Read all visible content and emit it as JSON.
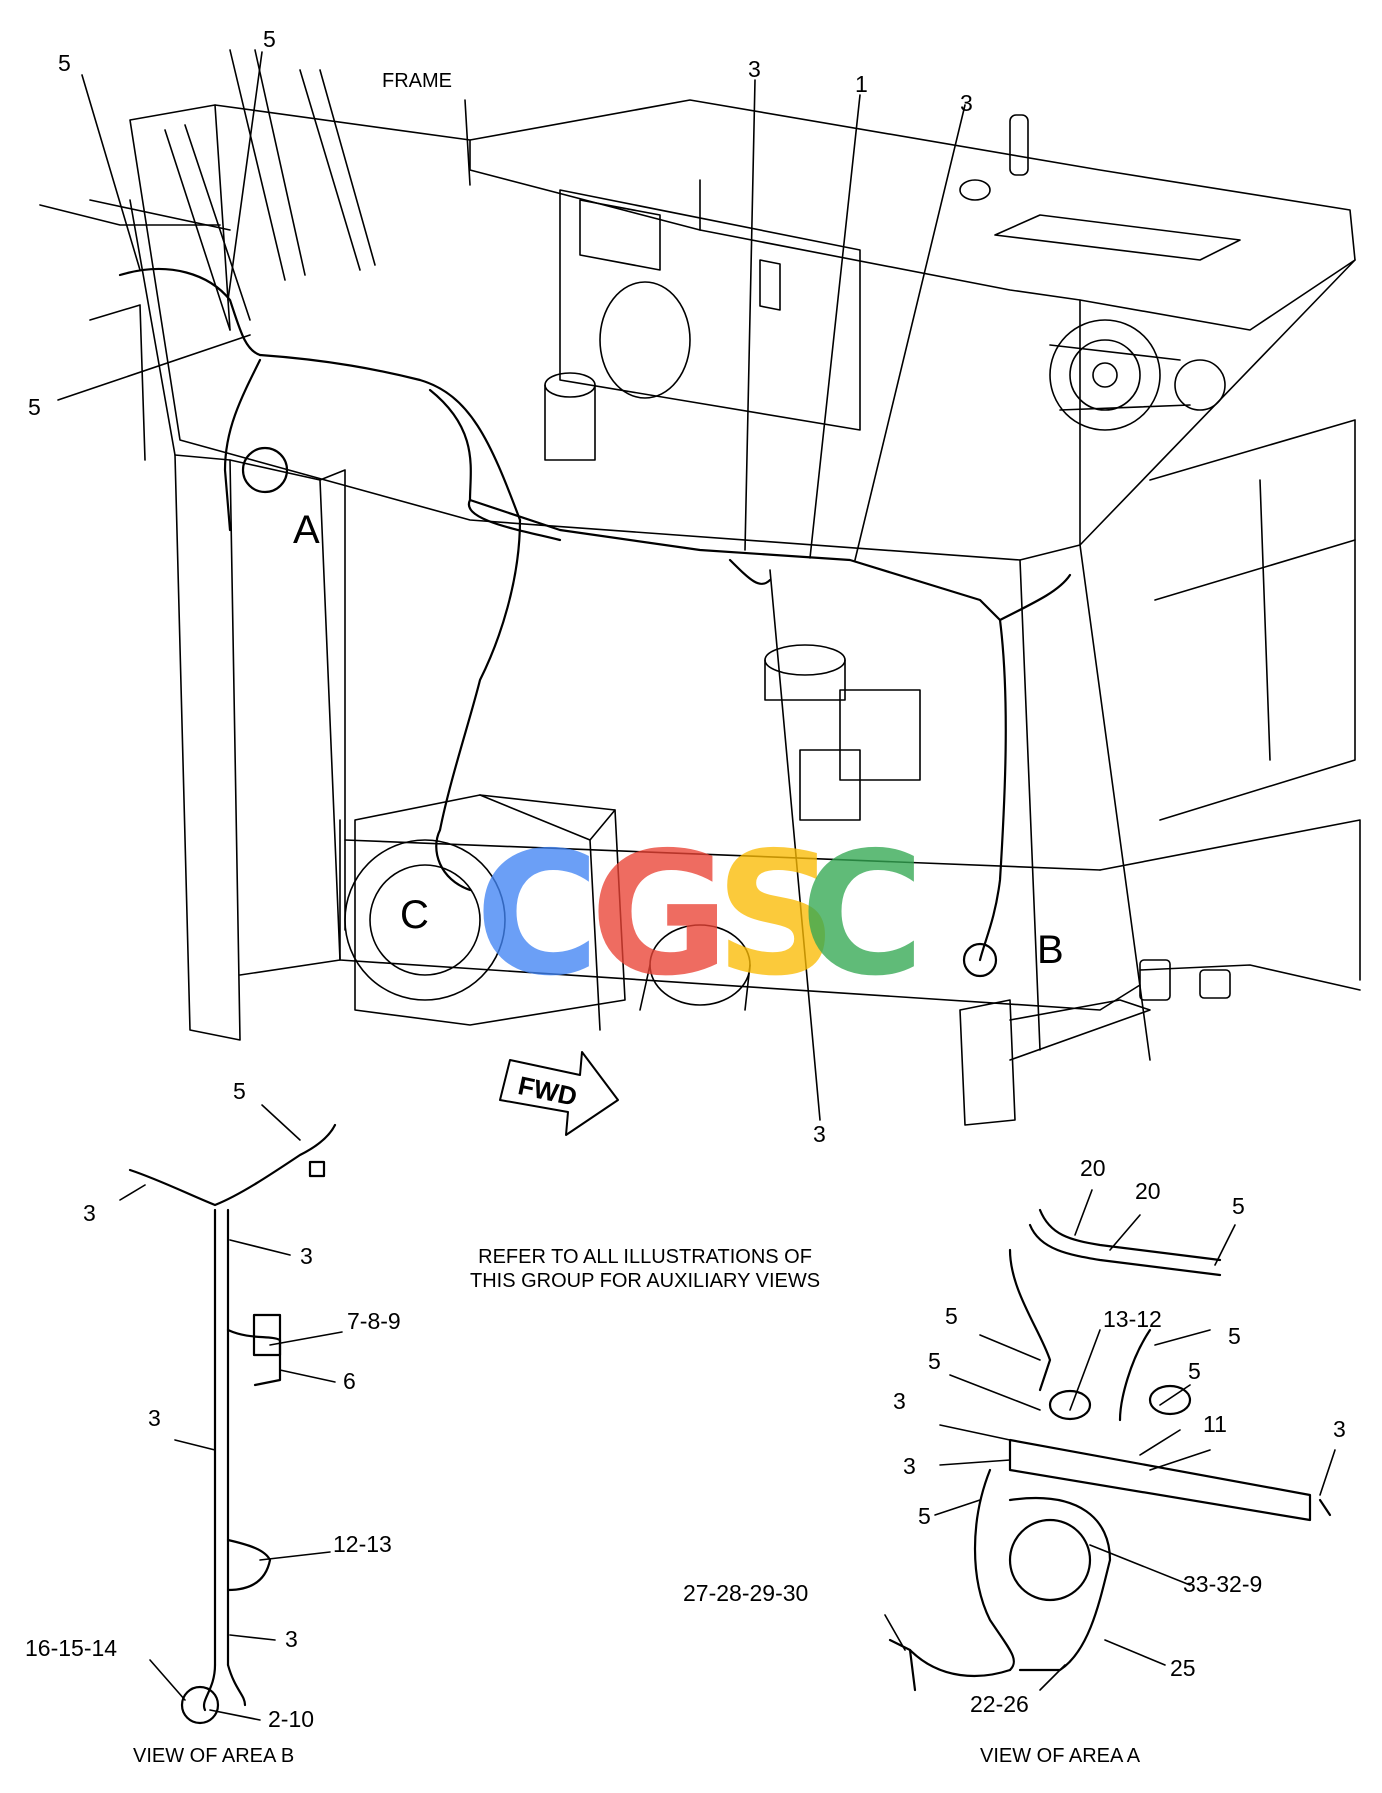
{
  "labels": {
    "top_left_5a": "5",
    "top_left_5b": "5",
    "left_5c": "5",
    "frame": "FRAME",
    "top_3a": "3",
    "top_1": "1",
    "top_3b": "3",
    "area_a": "A",
    "area_b": "B",
    "area_c": "C",
    "fwd": "FWD",
    "bottom_3": "3",
    "note": "REFER TO ALL ILLUSTRATIONS OF\nTHIS GROUP FOR AUXILIARY VIEWS",
    "view_b": {
      "title": "VIEW OF AREA  B",
      "l5": "5",
      "l3a": "3",
      "l3b": "3",
      "l789": "7-8-9",
      "l6": "6",
      "l3c": "3",
      "l1213": "12-13",
      "l3d": "3",
      "l161514": "16-15-14",
      "l210": "2-10"
    },
    "view_a": {
      "title": "VIEW OF AREA  A",
      "l20a": "20",
      "l20b": "20",
      "l5a": "5",
      "l1312": "13-12",
      "l5b": "5",
      "l5c": "5",
      "l5d": "5",
      "l5e": "5",
      "l3a": "3",
      "l11": "11",
      "l3b": "3",
      "l3c": "3",
      "l5f": "5",
      "l27282930": "27-28-29-30",
      "l33329": "33-32-9",
      "l25": "25",
      "l2226": "22-26"
    }
  },
  "watermark": {
    "letters": [
      "C",
      "G",
      "S",
      "C"
    ],
    "colors": [
      "#4285f4",
      "#ea4335",
      "#fbbc05",
      "#34a853"
    ]
  }
}
